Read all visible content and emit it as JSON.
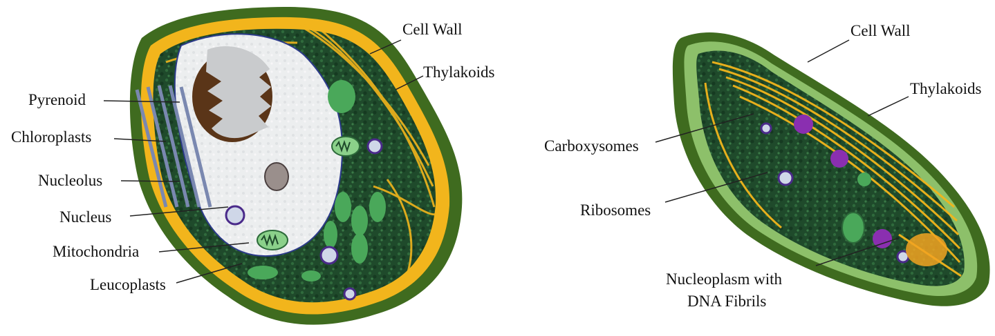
{
  "eukaryote": {
    "labels": {
      "cell_wall": "Cell Wall",
      "thylakoids": "Thylakoids",
      "pyrenoid": "Pyrenoid",
      "chloroplasts": "Chloroplasts",
      "nucleolus": "Nucleolus",
      "nucleus": "Nucleus",
      "mitochondria": "Mitochondria",
      "leucoplasts": "Leucoplasts"
    }
  },
  "prokaryote": {
    "labels": {
      "cell_wall": "Cell Wall",
      "thylakoids": "Thylakoids",
      "carboxysomes": "Carboxysomes",
      "ribosomes": "Ribosomes",
      "nucleoplasm_line1": "Nucleoplasm with",
      "nucleoplasm_line2": "DNA Fibrils"
    }
  },
  "colors": {
    "cell_wall_dark": "#3f6b1f",
    "cell_wall_light": "#8dc06a",
    "membrane_yellow": "#f2b51c",
    "cytoplasm_dark": "#1f4a2b",
    "nucleus_white": "#ecedef",
    "pyrenoid_brown": "#5a3518",
    "carboxysome_purple": "#8a2fb0",
    "organelle_green": "#4aa85a"
  }
}
